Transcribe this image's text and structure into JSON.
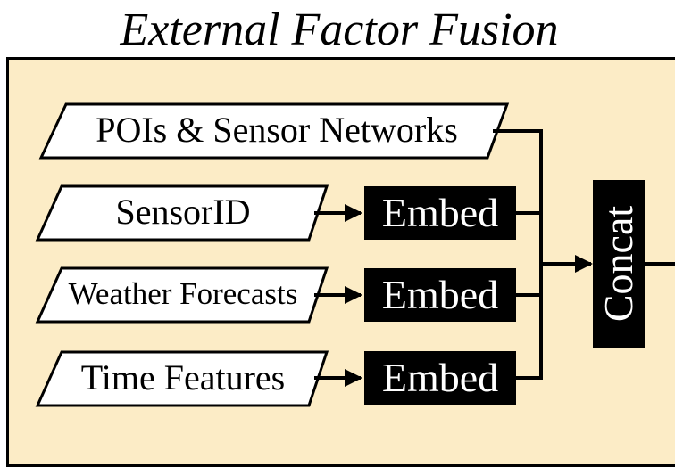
{
  "title": "External Factor Fusion",
  "inputs": [
    {
      "label": "POIs & Sensor Networks"
    },
    {
      "label": "SensorID"
    },
    {
      "label": "Weather Forecasts"
    },
    {
      "label": "Time Features"
    }
  ],
  "embed_label": "Embed",
  "concat_label": "Concat",
  "colors": {
    "panel_background": "#fcecc6",
    "block_fill": "#000000",
    "block_text": "#ffffff",
    "line": "#000000"
  }
}
